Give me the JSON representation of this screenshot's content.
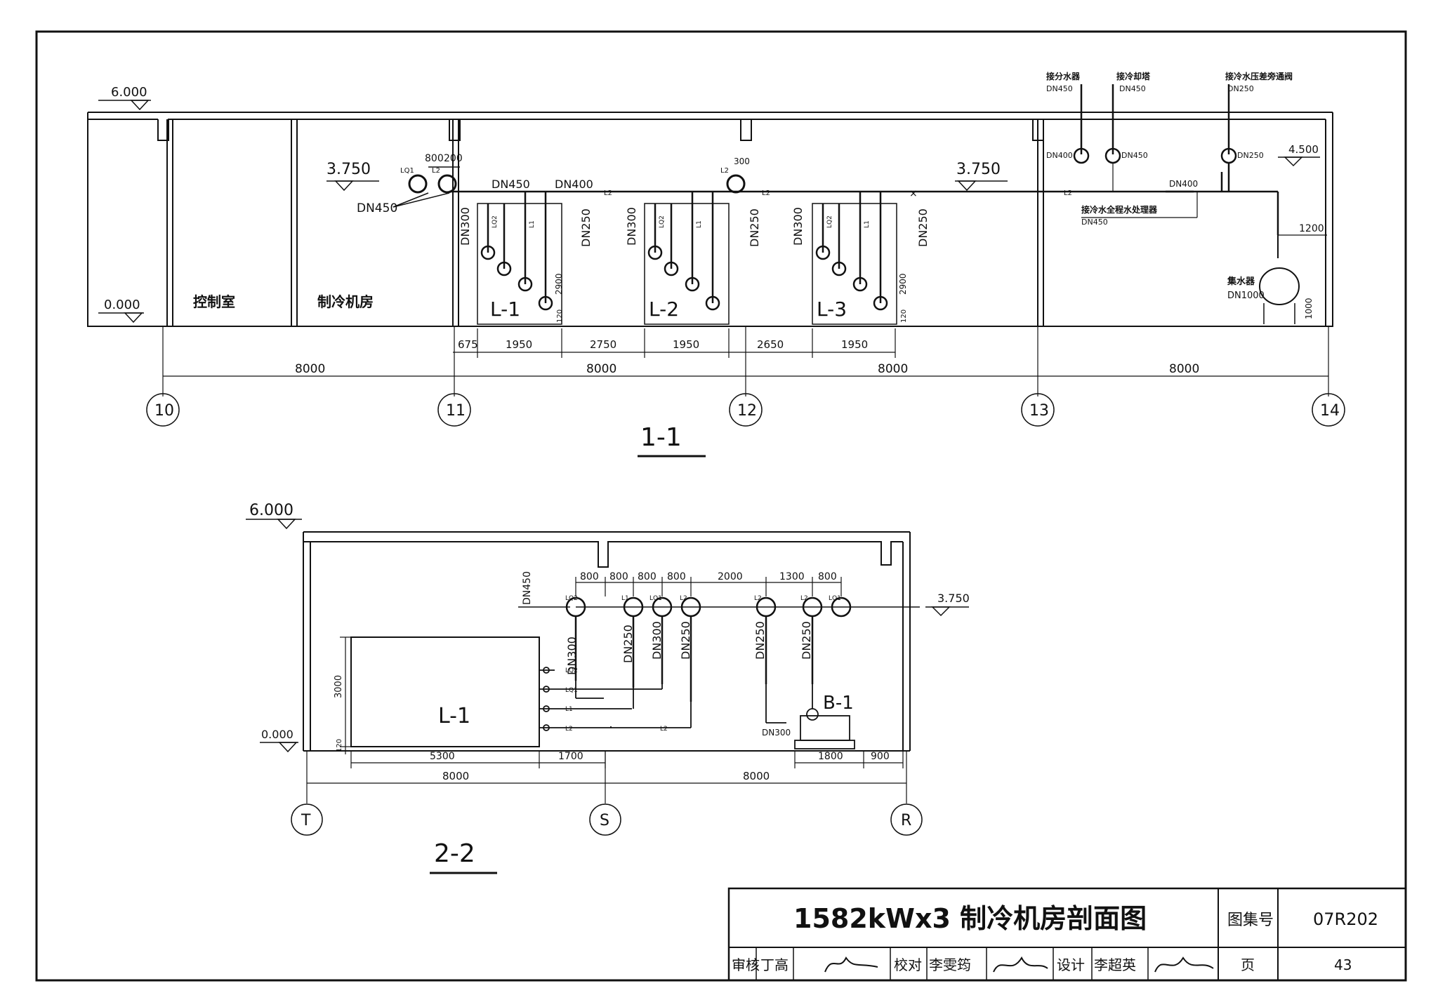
{
  "section_1_1": {
    "title": "1-1",
    "elevations": {
      "top": "6.000",
      "ground": "0.000",
      "pipe": "3.750",
      "pipe_right": "3.750",
      "right_top": "4.500"
    },
    "rooms": {
      "control": "控制室",
      "chiller_room": "制冷机房"
    },
    "chillers": [
      "L-1",
      "L-2",
      "L-3"
    ],
    "pipe_labels": {
      "main_dn450": "DN450",
      "main_dn400": "DN400",
      "dn450_leader": "DN450",
      "dn300": "DN300",
      "dn250": "DN250",
      "dim_800": "800",
      "dim_200": "200",
      "dim_300": "300",
      "lq1": "LQ1",
      "lq2": "LQ2",
      "l1": "L1",
      "l2": "L2",
      "dim_2900": "2900",
      "dim_120": "120",
      "r_dn400": "DN400",
      "r_dn450": "DN450",
      "r_dn250": "DN250",
      "r_dn400b": "DN400",
      "to_distributor": "接分水器",
      "to_distributor_dn": "DN450",
      "to_cooling_tower": "接冷却塔",
      "to_cooling_tower_dn": "DN450",
      "to_bypass": "接冷水压差旁通阀",
      "to_bypass_dn": "DN250",
      "to_treatment": "接冷水全程水处理器",
      "to_treatment_dn": "DN450",
      "dim_1200": "1200",
      "dim_1000": "1000",
      "collector": "集水器",
      "collector_dn": "DN1000"
    },
    "dims": {
      "d675": "675",
      "d1950a": "1950",
      "d2750": "2750",
      "d1950b": "1950",
      "d2650": "2650",
      "d1950c": "1950",
      "bay1": "8000",
      "bay2": "8000",
      "bay3": "8000",
      "bay4": "8000"
    },
    "axes": [
      "10",
      "11",
      "12",
      "13",
      "14"
    ]
  },
  "section_2_2": {
    "title": "2-2",
    "elevations": {
      "top": "6.000",
      "ground": "0.000",
      "pipe": "3.750"
    },
    "chiller": "L-1",
    "pump": "B-1",
    "pipe_labels": {
      "dn450": "DN450",
      "dn300": "DN300",
      "dn250a": "DN250",
      "dn300b": "DN300",
      "dn250b": "DN250",
      "dn250c": "DN250",
      "dn250d": "DN250",
      "dn300_pump": "DN300",
      "lq2_top": "LQ2",
      "l1_top": "L1",
      "lq1_top": "LQ1",
      "l2_top": "L2",
      "l2_top_b": "L2",
      "l2_top_c": "L2",
      "lq1_top_b": "LQ1",
      "lq2_side": "LQ2",
      "lq1_side": "LQ1",
      "l1_side": "L1",
      "l2_side": "L2",
      "l2_run": "L2"
    },
    "top_dims": [
      "800",
      "800",
      "800",
      "800",
      "2000",
      "1300",
      "800"
    ],
    "dims": {
      "d3000": "3000",
      "d120": "120",
      "d5300": "5300",
      "d1700": "1700",
      "d1800": "1800",
      "d900": "900",
      "bay1": "8000",
      "bay2": "8000"
    },
    "axes": [
      "T",
      "S",
      "R"
    ]
  },
  "title_block": {
    "title": "1582kWx3 制冷机房剖面图",
    "atlas_label": "图集号",
    "atlas_no": "07R202",
    "review_label": "审核",
    "reviewer": "丁高",
    "check_label": "校对",
    "checker": "李雯筠",
    "design_label": "设计",
    "designer": "李超英",
    "page_label": "页",
    "page_no": "43"
  }
}
